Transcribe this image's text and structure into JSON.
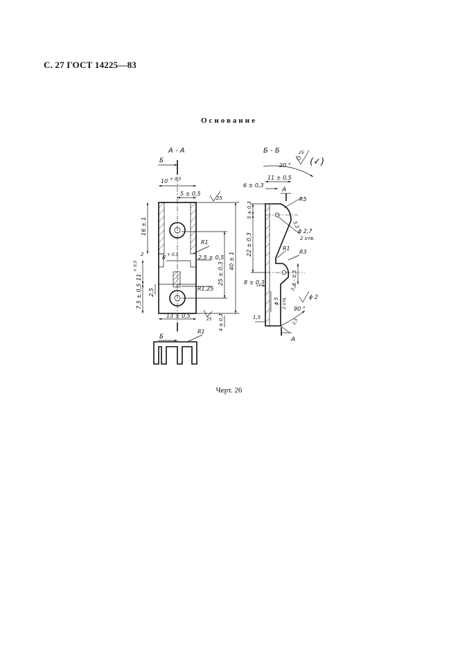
{
  "header": "С. 27 ГОСТ 14225—83",
  "title": "Основание",
  "caption": "Черт. 26",
  "views": {
    "section_aa": {
      "label": "А - А",
      "marker": "Б",
      "marker_bottom": "Б",
      "dims": {
        "width_top": "10",
        "width_top_tol": "+ 0,5",
        "offset_top": "5 ± 0,5",
        "roughness": "25",
        "height_left": "16 ± 1",
        "height_total": "40 ± 1",
        "height_mid": "25 ± 0,3",
        "radius_r1": "R1",
        "slot": "8",
        "slot_tol": "+ 0,5",
        "small": "2",
        "small2": "2,5 ± 0,5",
        "h11": "11",
        "h11_tol": "+ 0,5",
        "h25": "2,5",
        "h75": "7,5 ± 0,5",
        "radius_r125": "R1,25",
        "bottom_width": "13 ± 0,5",
        "bottom_h": "4 ± 0,3",
        "roughness_bottom": "25"
      }
    },
    "section_bb": {
      "label": "Б - Б",
      "surface_sym": "25",
      "surface_sym2": "(✓)",
      "marker_a": "А",
      "marker_a_bottom": "А",
      "dims": {
        "angle20": "20 °",
        "d11": "11 ± 0,5",
        "d6": "6 ± 0,3",
        "r5": "R5",
        "d5": "5 ± 0,3",
        "d32": "3,2",
        "phi27": "ϕ 2,7",
        "holes": "2 отв.",
        "d22": "22 ± 0,3",
        "r1": "R1",
        "r3": "R3",
        "d605": "6 - 0,5",
        "d8": "8 ± 0,3",
        "phi5": "ϕ 5",
        "otv2": "2 отв.",
        "d32b": "3,2",
        "phi2": "ϕ 2",
        "angle90": "90 °",
        "d15": "1,5",
        "d25": "2,5"
      }
    },
    "view_b": {
      "label": "Б",
      "radius": "R1"
    }
  }
}
